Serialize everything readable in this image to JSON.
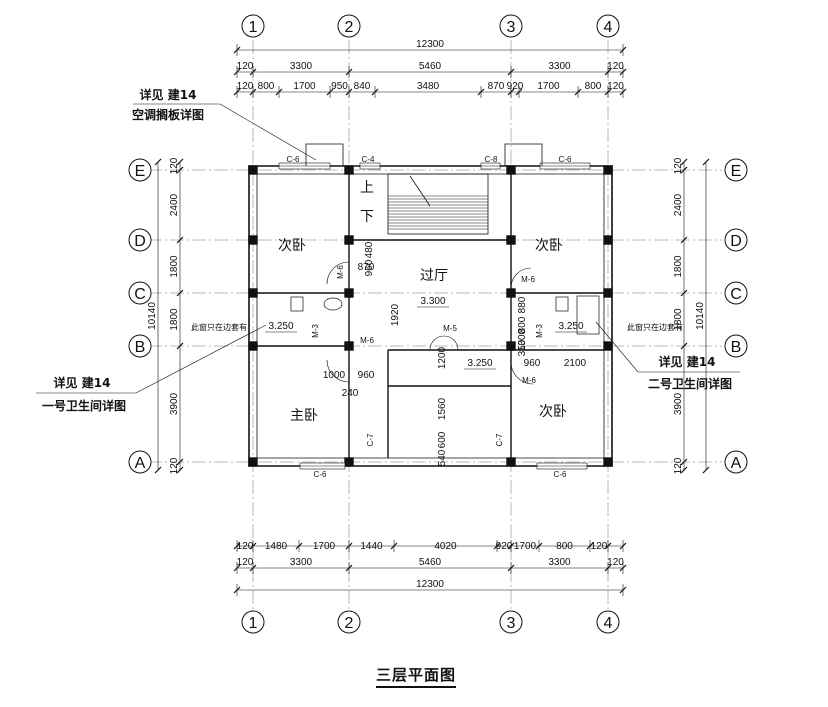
{
  "title": "三层平面图",
  "axes_cols": [
    "1",
    "2",
    "3",
    "4"
  ],
  "axes_rows": [
    "E",
    "D",
    "C",
    "B",
    "A"
  ],
  "top_dims": {
    "overall": "12300",
    "row2": [
      "120",
      "3300",
      "5460",
      "3300",
      "120"
    ],
    "row3": [
      "120",
      "800",
      "1700",
      "950",
      "840",
      "3480",
      "870",
      "920",
      "1700",
      "800",
      "120"
    ]
  },
  "bottom_dims": {
    "overall": "12300",
    "row2": [
      "120",
      "3300",
      "5460",
      "3300",
      "120"
    ],
    "row1": [
      "120",
      "1480",
      "1700",
      "1440",
      "4020",
      "920",
      "1700",
      "800",
      "120"
    ]
  },
  "side_dims": {
    "segments": [
      "120",
      "2400",
      "1800",
      "1800",
      "3900",
      "120"
    ],
    "overall": "10140"
  },
  "rooms": {
    "bedroom_nw": "次卧",
    "bedroom_ne": "次卧",
    "bedroom_se": "次卧",
    "master": "主卧",
    "hall": "过厅"
  },
  "stairs": {
    "up": "上",
    "down": "下"
  },
  "elevations": [
    "3.300",
    "3.250",
    "3.250",
    "3.250"
  ],
  "window_tags": [
    "C-6",
    "C-4",
    "C-8",
    "C-6",
    "C-6",
    "C-6",
    "C-7",
    "C-7"
  ],
  "door_tags": [
    "M-6",
    "M-6",
    "M-6",
    "M-6",
    "M-5",
    "M-3",
    "M-3"
  ],
  "inner_dims": [
    "870",
    "960",
    "480",
    "1920",
    "1000",
    "960",
    "240",
    "1200",
    "1560",
    "600",
    "540",
    "1300",
    "880",
    "800",
    "350",
    "960",
    "2100"
  ],
  "notes": {
    "left_window": "此窗只在边套有",
    "right_window": "此窗只在边套有"
  },
  "callouts": {
    "ac": {
      "line1": "详见  建14",
      "line2": "空调搁板详图"
    },
    "bath1": {
      "line1": "详见  建14",
      "line2": "一号卫生间详图"
    },
    "bath2": {
      "line1": "详见  建14",
      "line2": "二号卫生间详图"
    }
  }
}
